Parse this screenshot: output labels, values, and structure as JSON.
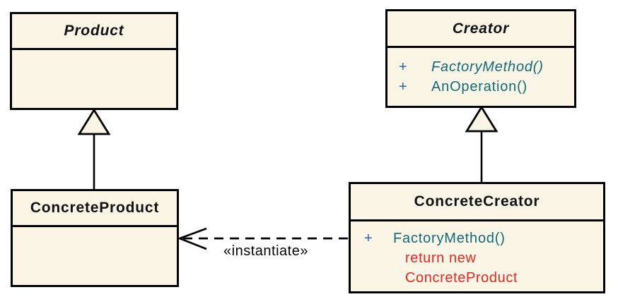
{
  "colors": {
    "box_fill": "#FBF5E6",
    "border": "#000000",
    "method_teal": "#0E6B7A",
    "plus_blue": "#2E62A9",
    "annotation_red": "#EE2420",
    "label_color": "#000000"
  },
  "classes": {
    "product": {
      "name": "Product"
    },
    "creator": {
      "name": "Creator",
      "methods": [
        {
          "visibility": "+",
          "name": "FactoryMethod()"
        },
        {
          "visibility": "+",
          "name": "AnOperation()"
        }
      ]
    },
    "concrete_product": {
      "name": "ConcreteProduct"
    },
    "concrete_creator": {
      "name": "ConcreteCreator",
      "methods": [
        {
          "visibility": "+",
          "name": "FactoryMethod()"
        }
      ],
      "annotation": [
        "return new",
        "ConcreteProduct"
      ]
    }
  },
  "edges": {
    "instantiate_label": "«instantiate»"
  }
}
